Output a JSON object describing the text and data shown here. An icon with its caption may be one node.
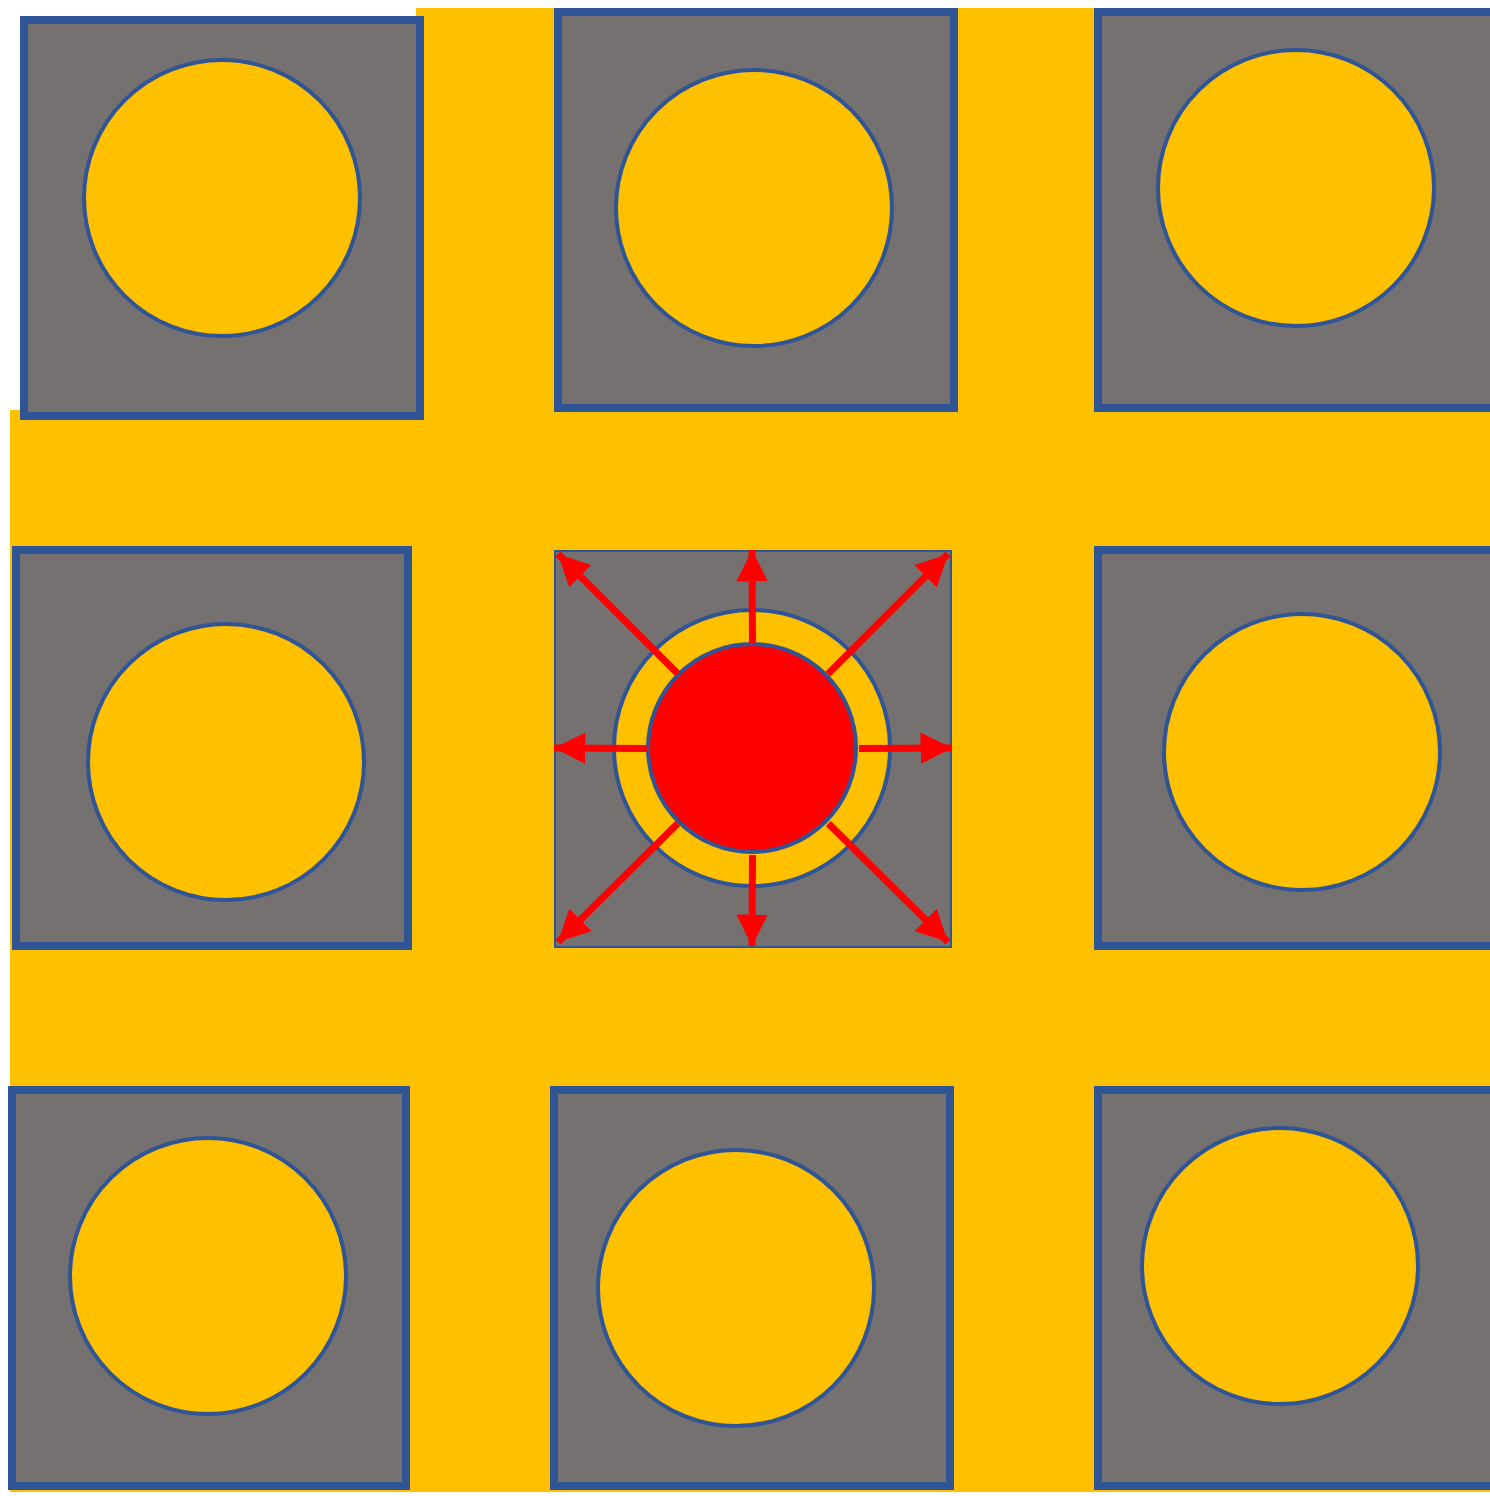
{
  "diagram": {
    "nodes": [
      {
        "text": [],
        "shape": "box"
      },
      {
        "text": [],
        "shape": "circle",
        "in": 0
      },
      {
        "text": [],
        "shape": "box"
      },
      {
        "text": [],
        "shape": "circle",
        "in": 2
      },
      {
        "text": [],
        "shape": "box"
      },
      {
        "text": [],
        "shape": "circle",
        "in": 4
      },
      {
        "text": [],
        "shape": "box"
      },
      {
        "text": [],
        "shape": "circle",
        "in": 6
      },
      {
        "text": [],
        "shape": "box"
      },
      {
        "text": [],
        "shape": "circle",
        "in": 8
      },
      {
        "text": [],
        "shape": "circle",
        "in": 9
      },
      {
        "text": [],
        "shape": "box"
      },
      {
        "text": [],
        "shape": "circle",
        "in": 11
      },
      {
        "text": [],
        "shape": "box"
      },
      {
        "text": [],
        "shape": "circle",
        "in": 13
      },
      {
        "text": [],
        "shape": "box"
      },
      {
        "text": [],
        "shape": "circle",
        "in": 15
      },
      {
        "text": [],
        "shape": "box"
      },
      {
        "text": [],
        "shape": "circle",
        "in": 17
      }
    ],
    "edges": [
      {
        "from": 10,
        "to": null,
        "arrow": "to"
      },
      {
        "from": 10,
        "to": null,
        "arrow": "to"
      },
      {
        "from": 10,
        "to": null,
        "arrow": "to"
      },
      {
        "from": 10,
        "to": null,
        "arrow": "to"
      },
      {
        "from": 10,
        "to": null,
        "arrow": "to"
      },
      {
        "from": 10,
        "to": null,
        "arrow": "to"
      },
      {
        "from": 10,
        "to": null,
        "arrow": "to"
      },
      {
        "from": 10,
        "to": null,
        "arrow": "to"
      }
    ]
  }
}
